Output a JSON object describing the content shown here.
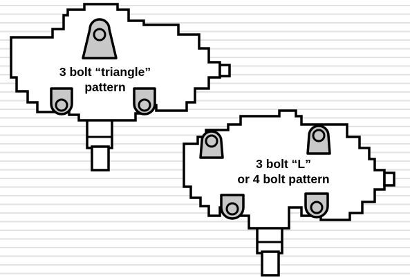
{
  "figure": {
    "top_gearbox": {
      "label_line1": "3 bolt “triangle”",
      "label_line2": "pattern"
    },
    "bottom_gearbox": {
      "label_line1": "3 bolt “L”",
      "label_line2": "or 4 bolt pattern"
    }
  },
  "colors": {
    "outline": "#000000",
    "body_fill": "#ffffff",
    "mount_fill": "#c8c8c8",
    "background_lines": "#e2e2e2"
  }
}
